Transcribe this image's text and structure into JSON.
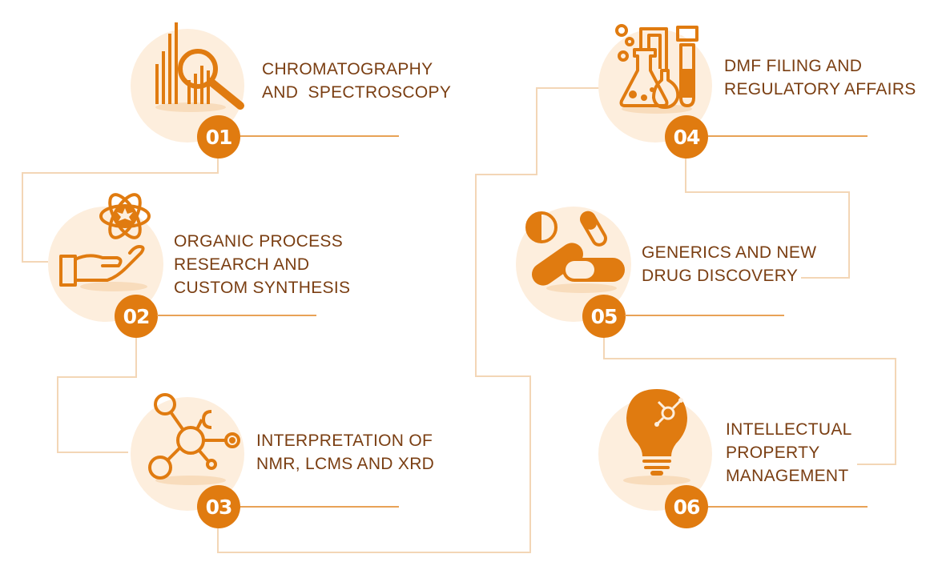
{
  "steps": [
    {
      "number": "01",
      "lines": [
        "CHROMATOGRAPHY",
        "AND  SPECTROSCOPY"
      ],
      "icon": "chromatography-icon"
    },
    {
      "number": "02",
      "lines": [
        "ORGANIC PROCESS",
        "RESEARCH AND",
        "CUSTOM SYNTHESIS"
      ],
      "icon": "hand-atom-icon"
    },
    {
      "number": "03",
      "lines": [
        "INTERPRETATION OF",
        "NMR, LCMS AND XRD"
      ],
      "icon": "molecule-icon"
    },
    {
      "number": "04",
      "lines": [
        "DMF FILING AND",
        "REGULATORY AFFAIRS"
      ],
      "icon": "lab-flasks-icon"
    },
    {
      "number": "05",
      "lines": [
        "GENERICS AND NEW",
        "DRUG DISCOVERY"
      ],
      "icon": "capsules-icon"
    },
    {
      "number": "06",
      "lines": [
        "INTELLECTUAL",
        "PROPERTY",
        "MANAGEMENT"
      ],
      "icon": "lightbulb-icon"
    }
  ],
  "colors": {
    "accent": "#e07b10",
    "blob": "#fdeedd",
    "text": "#7a3e12",
    "connector": "#f3d6b6"
  }
}
